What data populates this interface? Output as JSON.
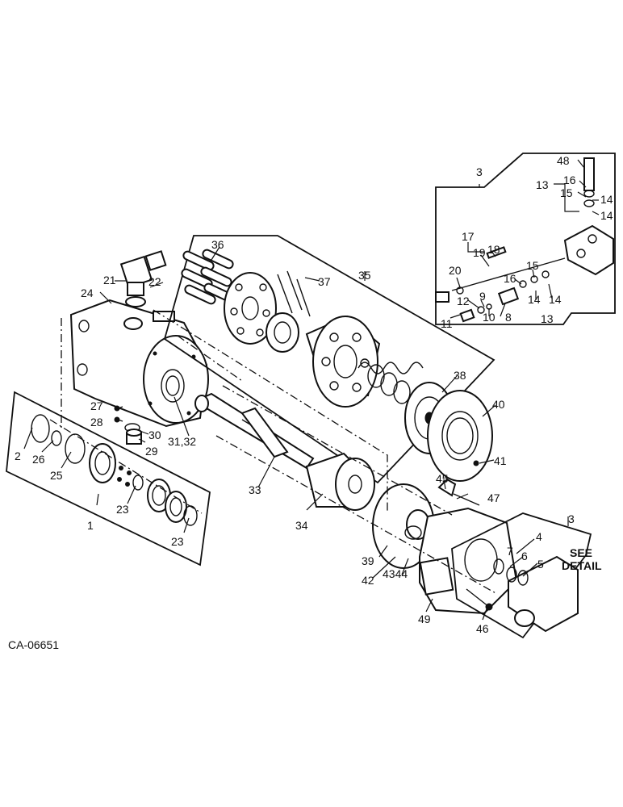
{
  "drawing_code": "CA-06651",
  "see_detail": [
    "SEE",
    "DETAIL"
  ],
  "callouts": {
    "c1": "1",
    "c2": "2",
    "c3a": "3",
    "c3b": "3",
    "c4": "4",
    "c5": "5",
    "c6": "6",
    "c7": "7",
    "c8": "8",
    "c9": "9",
    "c10": "10",
    "c11": "11",
    "c12": "12",
    "c13a": "13",
    "c13b": "13",
    "c14a": "14",
    "c14b": "14",
    "c14c": "14",
    "c14d": "14",
    "c15a": "15",
    "c15b": "15",
    "c16a": "16",
    "c16b": "16",
    "c17": "17",
    "c18": "18",
    "c19": "19",
    "c20": "20",
    "c21": "21",
    "c22": "22",
    "c23a": "23",
    "c23b": "23",
    "c24": "24",
    "c25": "25",
    "c26": "26",
    "c27": "27",
    "c28": "28",
    "c29": "29",
    "c30": "30",
    "c3132": "31,32",
    "c33": "33",
    "c34": "34",
    "c35": "35",
    "c36": "36",
    "c37": "37",
    "c38": "38",
    "c39": "39",
    "c40": "40",
    "c41": "41",
    "c42": "42",
    "c4344": "4344",
    "c45": "45",
    "c46": "46",
    "c47": "47",
    "c48": "48",
    "c49": "49"
  }
}
